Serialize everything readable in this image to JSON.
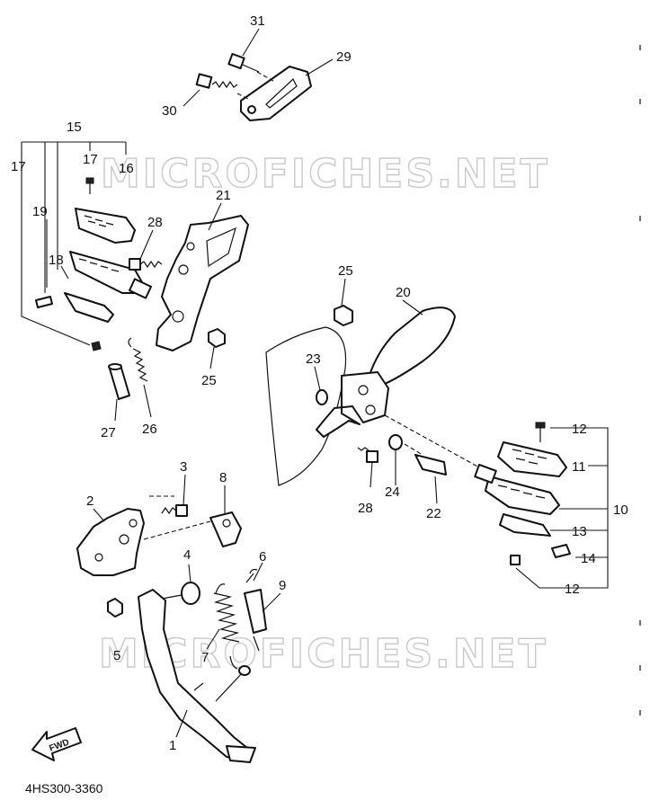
{
  "watermark": {
    "text": "MICROFICHES.NET"
  },
  "diagram_code": "4HS300-3360",
  "fwd_label": "FWD",
  "callouts": [
    "31",
    "29",
    "30",
    "15",
    "17",
    "16",
    "17",
    "19",
    "21",
    "28",
    "18",
    "25",
    "20",
    "25",
    "23",
    "27",
    "26",
    "12",
    "11",
    "28",
    "24",
    "22",
    "10",
    "3",
    "8",
    "2",
    "13",
    "14",
    "12",
    "4",
    "6",
    "9",
    "5",
    "7",
    "1"
  ]
}
